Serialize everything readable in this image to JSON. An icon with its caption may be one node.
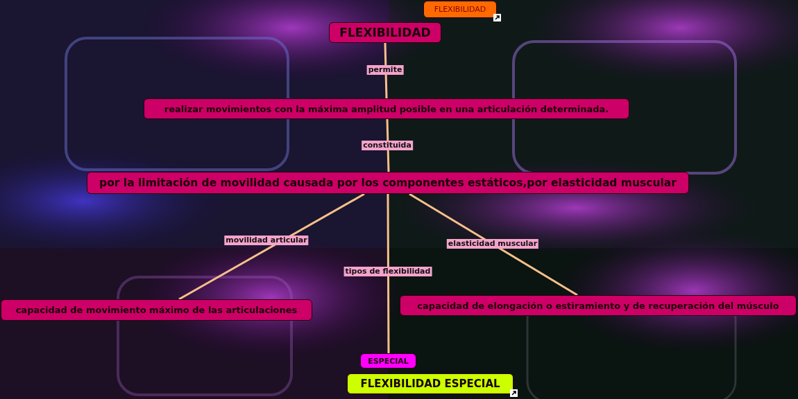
{
  "diagram": {
    "nodes": [
      {
        "text": [
          "FLEXIBILIDAD"
        ]
      },
      {
        "text": [
          "FLEXIBILIDAD"
        ]
      },
      {
        "text": [
          "realizar movimientos con la máxima amplitud posible en una articulación determinada."
        ]
      },
      {
        "text": [
          "por la limitación de movilidad causada por los componentes estáticos,por elasticidad muscular"
        ]
      },
      {
        "text": [
          "capacidad de movimiento máximo de las articulaciones"
        ]
      },
      {
        "text": [
          "capacidad de elongación o estiramiento y de recuperación del músculo"
        ]
      },
      {
        "text": [
          "ESPECIAL"
        ]
      },
      {
        "text": [
          "FLEXIBILIDAD ESPECIAL"
        ]
      }
    ],
    "edges": [
      {
        "from": 1,
        "to": 2,
        "arrow": "none",
        "label": "permite"
      },
      {
        "from": 2,
        "to": 3,
        "arrow": "none",
        "label": "constituida"
      },
      {
        "from": 3,
        "to": 4,
        "arrow": "none",
        "label": "movilidad articular"
      },
      {
        "from": 3,
        "to": 5,
        "arrow": "none",
        "label": "elasticidad muscular"
      },
      {
        "from": 3,
        "to": 6,
        "arrow": "none",
        "label": "tipos de flexibilidad"
      }
    ]
  }
}
